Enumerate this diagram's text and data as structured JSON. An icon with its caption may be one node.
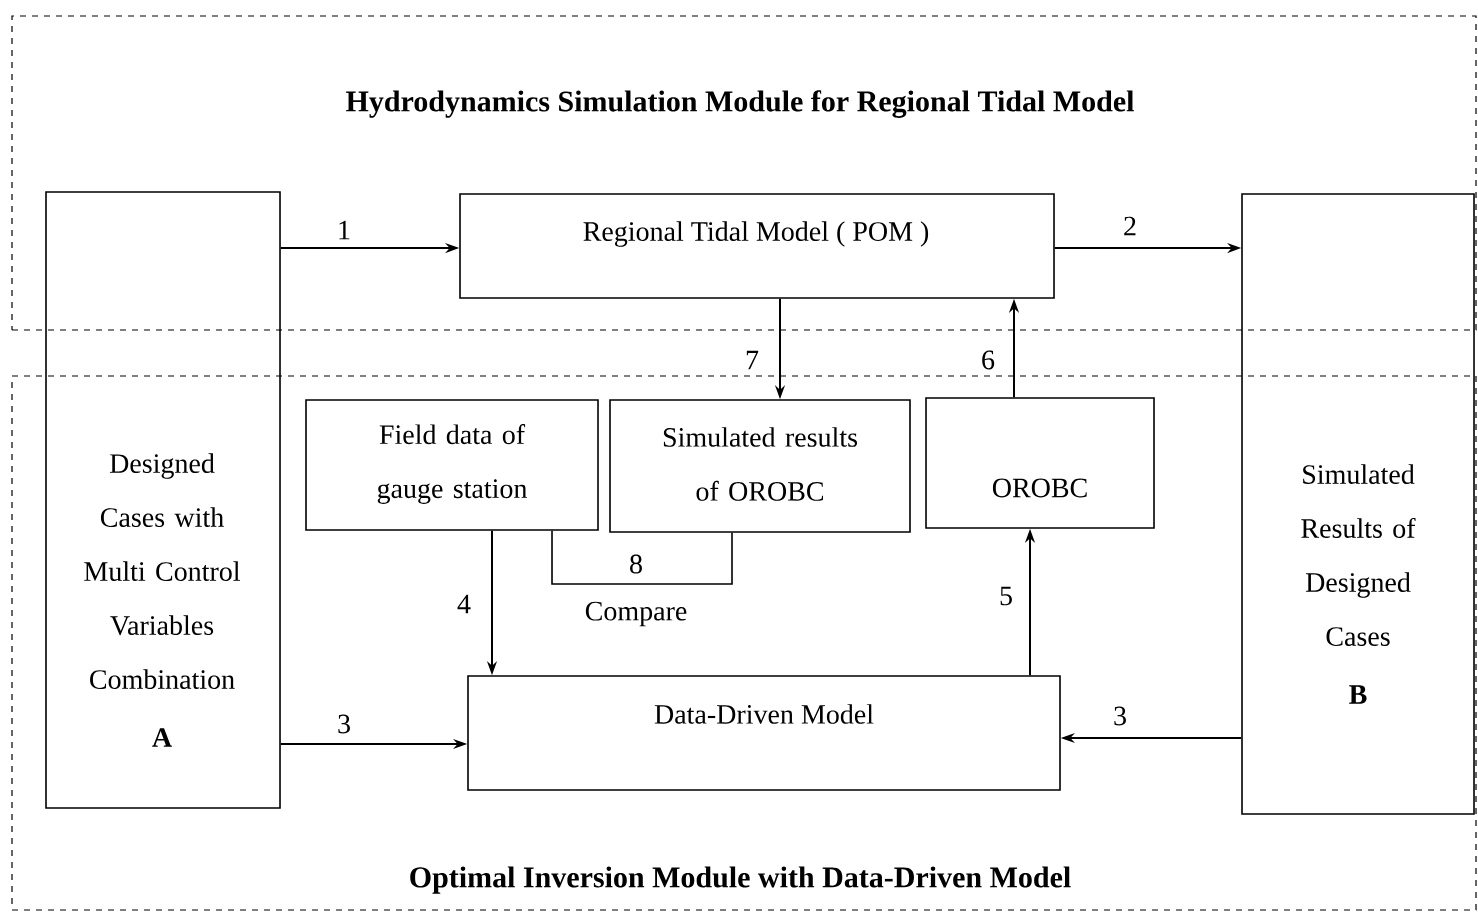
{
  "diagram": {
    "nodes": [
      {
        "text": [
          "Hydrodynamics Simulation Module for Regional Tidal Model"
        ]
      },
      {
        "text": [
          "Optimal Inversion Module with Data-Driven Model"
        ]
      },
      {
        "text": [
          "Designed Cases with Multi Control Variables Combination",
          "A"
        ]
      },
      {
        "text": [
          "Regional Tidal Model ( POM )"
        ],
        "in": 0
      },
      {
        "text": [
          "Simulated Results of Designed Cases",
          "B"
        ]
      },
      {
        "text": [
          "Field data of gauge station"
        ],
        "in": 1
      },
      {
        "text": [
          "Simulated results of OROBC"
        ],
        "in": 1
      },
      {
        "text": [
          "OROBC"
        ],
        "in": 1
      },
      {
        "text": [
          "Data-Driven Model"
        ],
        "in": 1
      }
    ],
    "edges": [
      {
        "from": 2,
        "to": 3,
        "arrow": "to",
        "label": "1"
      },
      {
        "from": 3,
        "to": 4,
        "arrow": "to",
        "label": "2"
      },
      {
        "from": 2,
        "to": 8,
        "arrow": "to",
        "label": "3"
      },
      {
        "from": 4,
        "to": 8,
        "arrow": "to",
        "label": "3"
      },
      {
        "from": 5,
        "to": 8,
        "arrow": "to",
        "label": "4"
      },
      {
        "from": 8,
        "to": 7,
        "arrow": "to",
        "label": "5"
      },
      {
        "from": 7,
        "to": 3,
        "arrow": "to",
        "label": "6"
      },
      {
        "from": 3,
        "to": 6,
        "arrow": "to",
        "label": "7"
      },
      {
        "from": 5,
        "to": 6,
        "arrow": "none",
        "label": "8"
      }
    ],
    "labels": [
      "Compare"
    ]
  }
}
